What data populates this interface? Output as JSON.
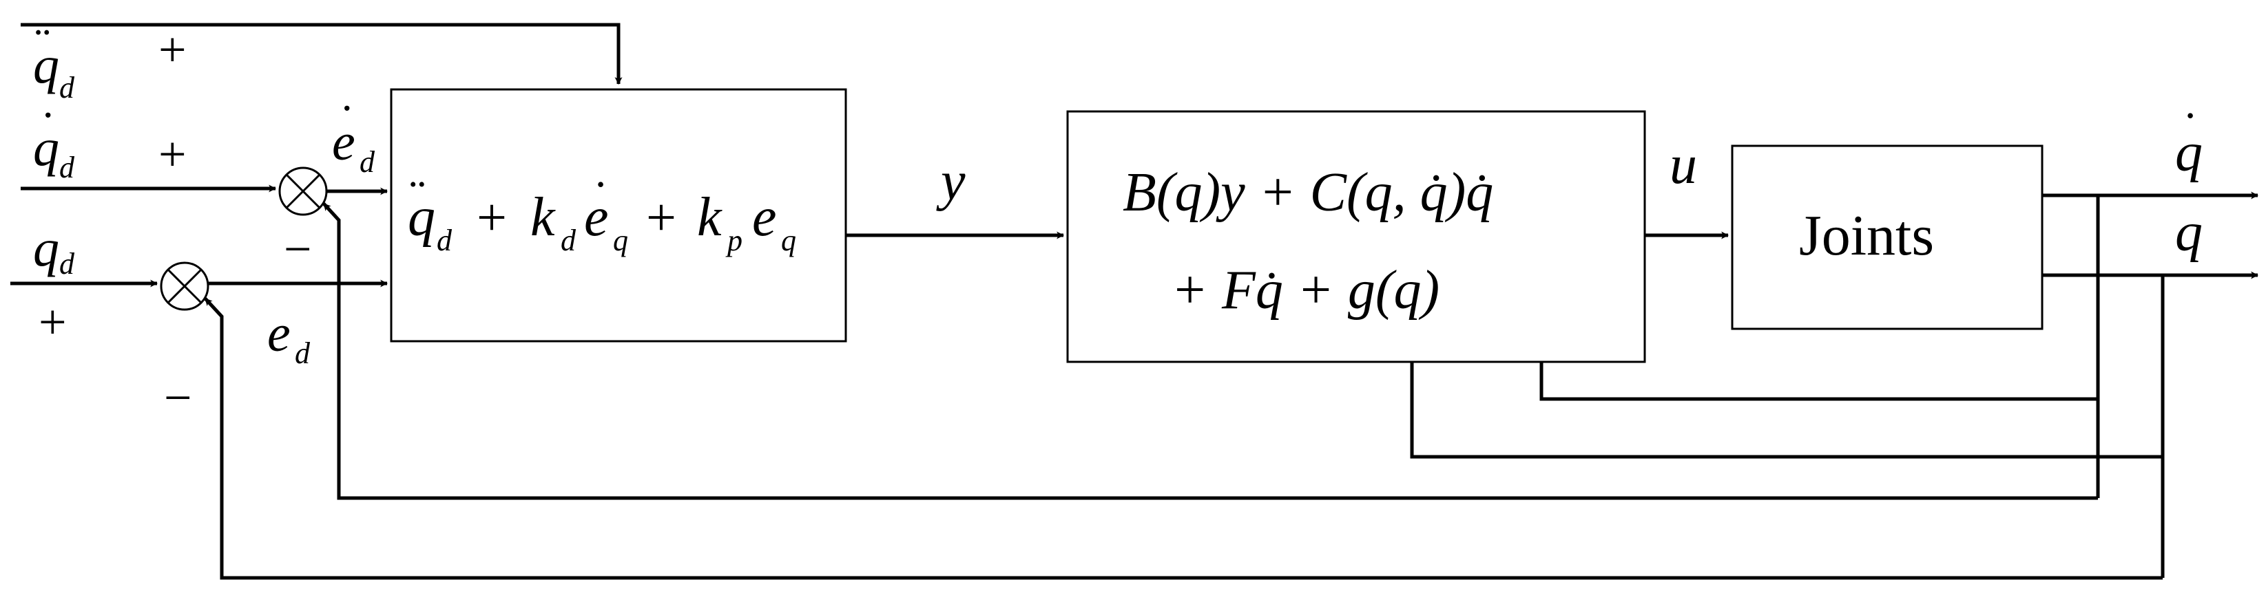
{
  "inputs": {
    "qdd": {
      "base": "q",
      "sub": "d",
      "accent": "¨",
      "sign": "+"
    },
    "qd_dot": {
      "base": "q",
      "sub": "d",
      "accent": "˙",
      "sign": "+"
    },
    "qd": {
      "base": "q",
      "sub": "d",
      "sign": "+"
    }
  },
  "feedback_signs": {
    "edot_sum": "−",
    "e_sum": "−"
  },
  "signals": {
    "edot_d": {
      "base": "e",
      "sub": "d",
      "accent": "˙"
    },
    "e_d": {
      "base": "e",
      "sub": "d"
    },
    "y": "y",
    "u": "u",
    "qdot_out": {
      "base": "q",
      "accent": "˙"
    },
    "q_out": "q"
  },
  "blocks": {
    "controller": {
      "t1": "q",
      "t1_accent": "¨",
      "t1_sub": "d",
      "plus1": "+",
      "t2": "k",
      "t2_sub": "d",
      "t3": "e",
      "t3_accent": "˙",
      "t3_sub": "q",
      "plus2": "+",
      "t4": "k",
      "t4_sub": "p",
      "t5": "e",
      "t5_sub": "q"
    },
    "dynamics": {
      "line1": "B(q)y + C(q, q̇)q̇",
      "line2": "+ Fq̇ + g(q)"
    },
    "joints": {
      "label": "Joints"
    }
  }
}
